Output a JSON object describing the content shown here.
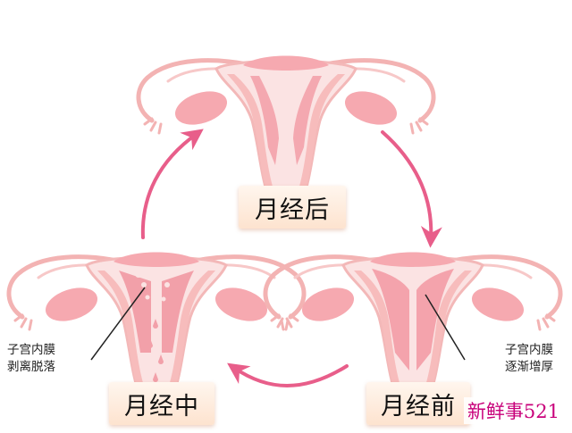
{
  "stages": {
    "after": "月经后",
    "during": "月经中",
    "before": "月经前"
  },
  "annotations": {
    "left": {
      "line1": "子宫内膜",
      "line2": "剥离脱落"
    },
    "right": {
      "line1": "子宫内膜",
      "line2": "逐渐增厚"
    }
  },
  "watermark": "新鲜事521",
  "colors": {
    "uterus_fill": "#f7bcbc",
    "uterus_dark": "#f09a9e",
    "endometrium": "#f4a8b0",
    "arrow": "#e85e8a",
    "label_bg": "#fde3cf"
  }
}
